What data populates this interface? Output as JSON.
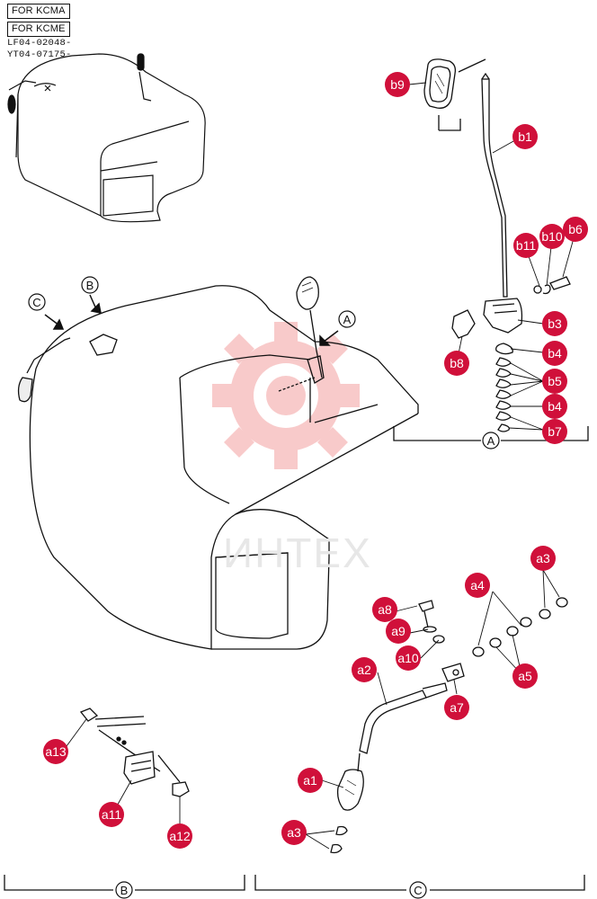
{
  "header": {
    "model_1": "FOR KCMA",
    "model_2": "FOR KCME",
    "serial_1": "LF04-02048-",
    "serial_2": "YT04-07175-"
  },
  "watermark": {
    "text": "ИНТЕХ",
    "color": "#f08a8a"
  },
  "colors": {
    "callout_fill": "#d0103a",
    "callout_text": "#ffffff",
    "line": "#111111"
  },
  "views": {
    "A": {
      "marker": "A"
    },
    "B": {
      "marker": "B"
    },
    "C": {
      "marker": "C"
    }
  },
  "callouts": {
    "b1": "b1",
    "b3": "b3",
    "b4a": "b4",
    "b4b": "b4",
    "b5": "b5",
    "b6": "b6",
    "b7": "b7",
    "b8": "b8",
    "b9": "b9",
    "b10": "b10",
    "b11": "b11",
    "a1": "a1",
    "a2": "a2",
    "a3a": "a3",
    "a3b": "a3",
    "a4": "a4",
    "a5": "a5",
    "a7": "a7",
    "a8": "a8",
    "a9": "a9",
    "a10": "a10",
    "a11": "a11",
    "a12": "a12",
    "a13": "a13"
  }
}
